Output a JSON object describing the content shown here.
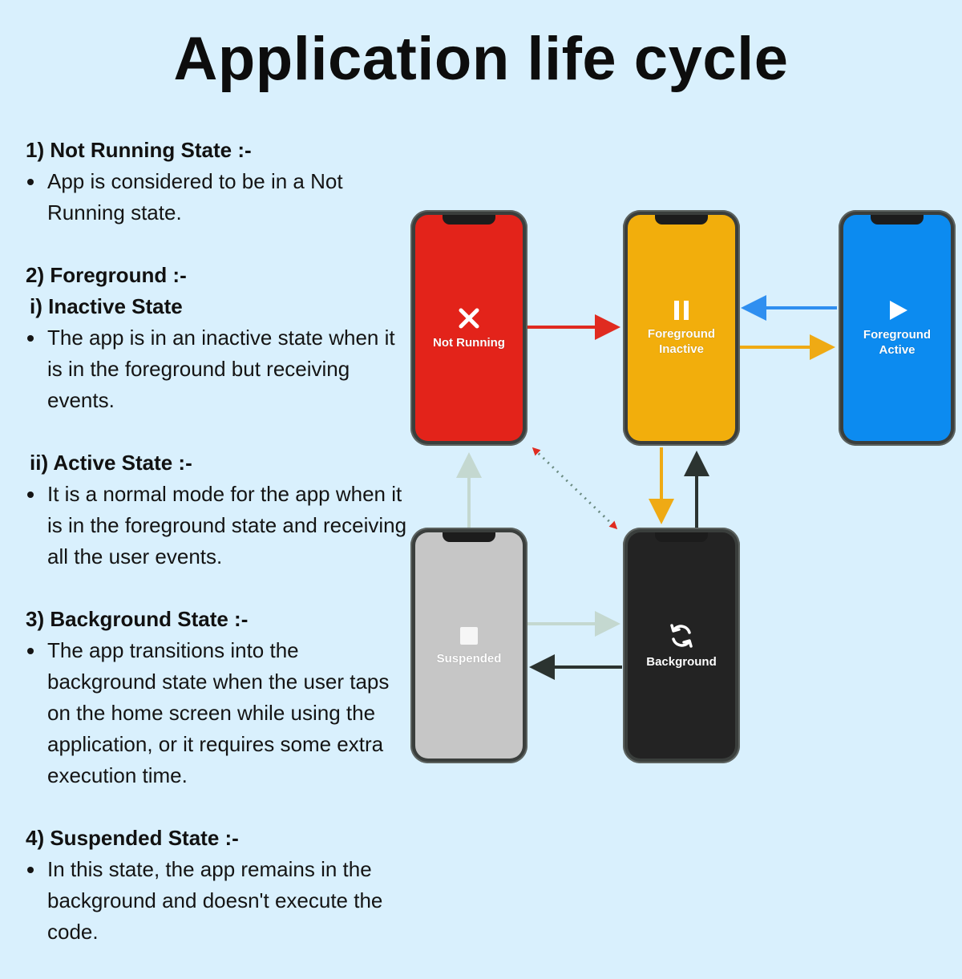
{
  "title": "Application life cycle",
  "sections": {
    "not_running": {
      "heading": "1) Not Running State :-",
      "bullet": "App is considered to be in a Not Running state."
    },
    "foreground": {
      "heading": "2) Foreground :-",
      "inactive": {
        "heading": "i) Inactive State",
        "bullet": "The app is in an inactive state when it is in the foreground but receiving events."
      },
      "active": {
        "heading": "ii) Active State :-",
        "bullet": "It is a normal mode for the app when it is in the foreground state and receiving all the user events."
      }
    },
    "background": {
      "heading": "3) Background State :-",
      "bullet": "The app transitions into the background state when the user taps on the home screen while using the application, or it requires some extra execution time."
    },
    "suspended": {
      "heading": "4) Suspended State :-",
      "bullet": "In this state, the app remains in the background and doesn't execute the code."
    }
  },
  "diagram": {
    "phones": {
      "not_running": {
        "label": "Not Running",
        "icon": "close-x-icon",
        "color": "#e3231a"
      },
      "foreground_inactive": {
        "label": "Foreground\nInactive",
        "icon": "pause-icon",
        "color": "#f2ae0c"
      },
      "foreground_active": {
        "label": "Foreground\nActive",
        "icon": "play-icon",
        "color": "#0c8bf0"
      },
      "background": {
        "label": "Background",
        "icon": "refresh-icon",
        "color": "#232323"
      },
      "suspended": {
        "label": "Suspended",
        "icon": "stop-square-icon",
        "color": "#c6c6c6"
      }
    },
    "arrow_colors": {
      "red": "#e02b20",
      "blue": "#2f8ff0",
      "yellow": "#efaa14",
      "dark": "#2b3330",
      "light": "#c4d8d0"
    }
  }
}
